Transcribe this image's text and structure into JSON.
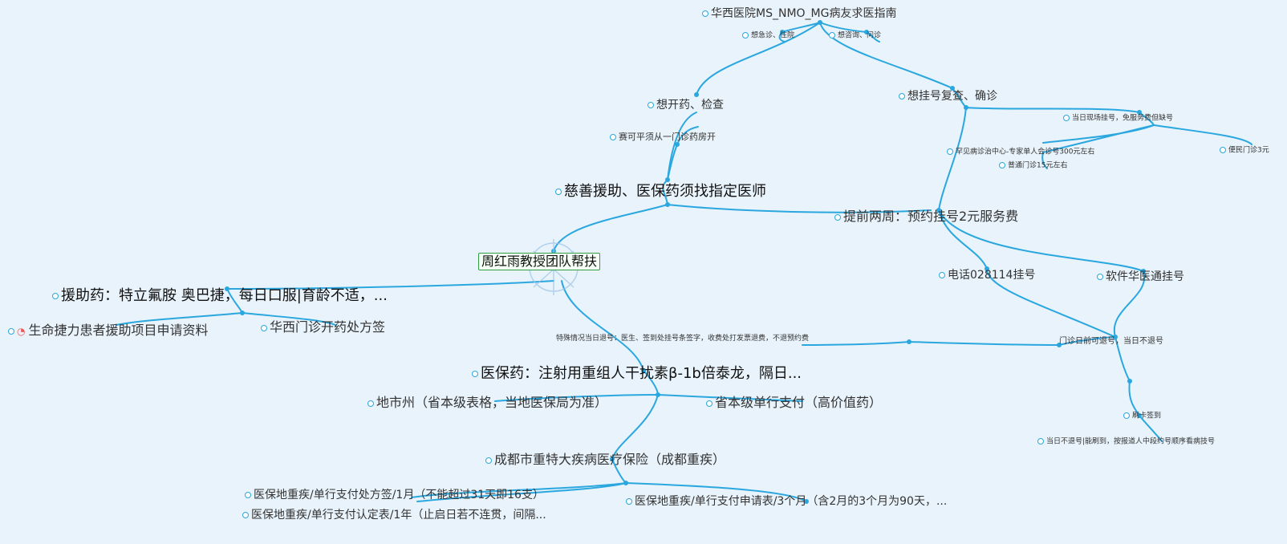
{
  "colors": {
    "edge": "#2aa7df",
    "background": "#e8f3fb",
    "root_border": "#2f9e44"
  },
  "root": {
    "label": "周红雨教授团队帮扶"
  },
  "nodes": {
    "guide": "华西医院MS_NMO_MG病友求医指南",
    "guide_emergency": "想急诊、住院",
    "guide_consult": "想咨询、问诊",
    "want_medicine": "想开药、检查",
    "sakeping": "赛可平须从一门诊药房开",
    "charity_insurance": "慈善援助、医保药须找指定医师",
    "want_register": "想挂号复查、确诊",
    "onsite_register": "当日现场挂号，免服务费但缺号",
    "rare_center": "罕见病诊治中心-专家单人会诊号300元左右",
    "normal_clinic": "普通门诊15元左右",
    "convenience": "便民门诊3元",
    "advance_booking": "提前两周：预约挂号2元服务费",
    "phone_register": "电话028114挂号",
    "app_register": "软件华医通挂号",
    "refund_rule": "门诊日前可退号，当日不退号",
    "special_refund": "特殊情况当日退号：医生、签到处挂号条签字，收费处打发票退费，不退预约费",
    "swipe_checkin": "刷卡签到",
    "no_refund_order": "当日不退号|能刷到，按报道人中段约号顺序看病技号",
    "aid_drugs": "援助药：特立氟胺 奥巴捷，每日口服|育龄不适，...",
    "shengmingjieli": "生命捷力患者援助项目申请资料",
    "huaxi_prescription": "华西门诊开药处方签",
    "insurance_drug": "医保药：注射用重组人干扰素β-1b倍泰龙，隔日...",
    "city_state": "地市州（省本级表格，当地医保局为准）",
    "provincial_payment": "省本级单行支付（高价值药）",
    "chengdu_insurance": "成都市重特大疾病医疗保险（成都重疾）",
    "cd_prescription": "医保地重疾/单行支付处方签/1月（不能超过31天即16支）",
    "cd_certification": "医保地重疾/单行支付认定表/1年（止启日若不连贯，间隔...",
    "cd_application": "医保地重疾/单行支付申请表/3个月（含2月的3个月为90天，..."
  }
}
